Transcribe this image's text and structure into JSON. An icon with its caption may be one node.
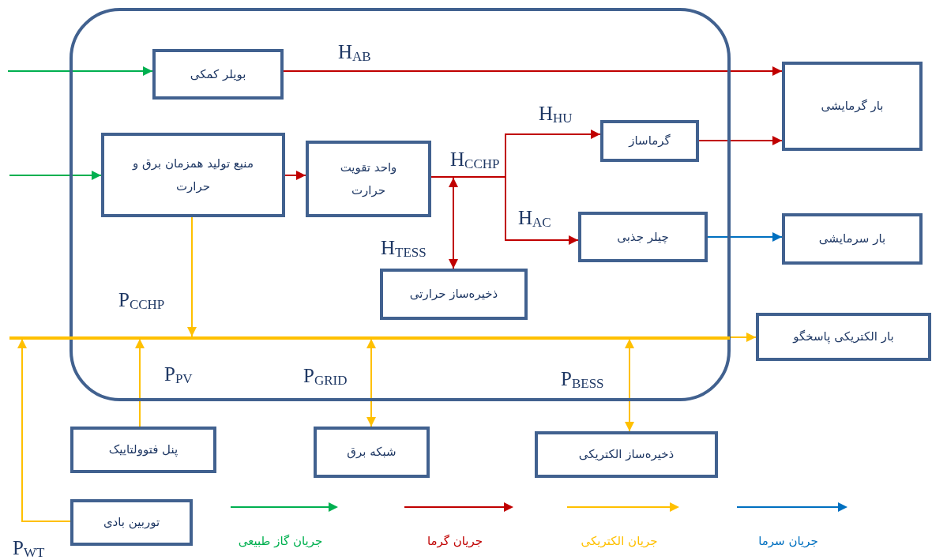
{
  "diagram": {
    "nodes": [
      {
        "text": [],
        "shape": "box"
      },
      {
        "text": [
          "بویلر کمکی"
        ],
        "in": 0
      },
      {
        "text": [
          "منبع تولید همزمان برق و حرارت"
        ],
        "in": 0
      },
      {
        "text": [
          "واحد تقویت حرارت"
        ],
        "in": 0
      },
      {
        "text": [
          "گرماساز"
        ],
        "in": 0
      },
      {
        "text": [
          "چیلر جذبی"
        ],
        "in": 0
      },
      {
        "text": [
          "ذخیره‌ساز حرارتی"
        ],
        "in": 0
      },
      {
        "text": [
          "بار گرمایشی"
        ]
      },
      {
        "text": [
          "بار سرمایشی"
        ]
      },
      {
        "text": [
          "بار الکتریکی پاسخگو"
        ]
      },
      {
        "text": [
          "پنل فتوولتاییک"
        ]
      },
      {
        "text": [
          "شبکه برق"
        ]
      },
      {
        "text": [
          "ذخیره‌ساز الکتریکی"
        ]
      },
      {
        "text": [
          "توربین بادی"
        ]
      },
      {
        "text": [],
        "shape": "bar"
      }
    ],
    "edges": [
      {
        "from": null,
        "to": 1,
        "arrow": "to",
        "color": "#00b050"
      },
      {
        "from": null,
        "to": 2,
        "arrow": "to",
        "color": "#00b050"
      },
      {
        "from": 1,
        "to": 7,
        "arrow": "to",
        "label": "H$_{AB}$",
        "color": "#c00000"
      },
      {
        "from": 2,
        "to": 3,
        "arrow": "to",
        "color": "#c00000"
      },
      {
        "from": 3,
        "to": 4,
        "arrow": "to",
        "label": "H$_{HU}$",
        "color": "#c00000"
      },
      {
        "from": 3,
        "to": 5,
        "arrow": "to",
        "label": "H$_{AC}$",
        "color": "#c00000"
      },
      {
        "from": 6,
        "to": 3,
        "arrow": "both",
        "label": "H$_{TESS}$",
        "color": "#c00000"
      },
      {
        "from": 4,
        "to": 7,
        "arrow": "to",
        "color": "#c00000"
      },
      {
        "from": 5,
        "to": 8,
        "arrow": "to",
        "color": "#0070c0"
      },
      {
        "from": 2,
        "to": 14,
        "arrow": "to",
        "label": "P$_{CCHP}$",
        "color": "#ffc000"
      },
      {
        "from": 10,
        "to": 14,
        "arrow": "to",
        "label": "P$_{PV}$",
        "color": "#ffc000"
      },
      {
        "from": 11,
        "to": 14,
        "arrow": "both",
        "label": "P$_{GRID}$",
        "color": "#ffc000"
      },
      {
        "from": 12,
        "to": 14,
        "arrow": "both",
        "label": "P$_{BESS}$",
        "color": "#ffc000"
      },
      {
        "from": 13,
        "to": 14,
        "arrow": "to",
        "label": "P$_{WT}$",
        "color": "#ffc000"
      },
      {
        "from": 14,
        "to": 9,
        "arrow": "to",
        "color": "#ffc000"
      }
    ],
    "labels": [
      "H$_{CCHP}$"
    ],
    "legend": [
      {
        "text": "جریان گاز طبیعی"
      },
      {
        "text": "جریان گرما"
      },
      {
        "text": "جریان الکتریکی"
      },
      {
        "text": "جریان سرما"
      }
    ]
  }
}
